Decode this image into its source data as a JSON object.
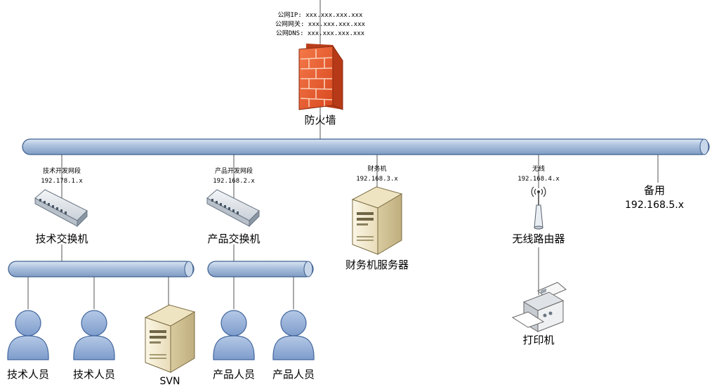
{
  "wan": {
    "ip": "公网IP: xxx.xxx.xxx.xxx",
    "gateway": "公网网关: xxx.xxx.xxx.xxx",
    "dns": "公网DNS: xxx.xxx.xxx.xxx"
  },
  "firewall": {
    "label": "防火墙"
  },
  "segments": {
    "tech": {
      "name": "技术开发网段",
      "subnet": "192.178.1.x",
      "switch": "技术交换机"
    },
    "product": {
      "name": "产品开发网段",
      "subnet": "192.168.2.x",
      "switch": "产品交换机"
    },
    "finance": {
      "name": "财务机",
      "subnet": "192.168.3.x",
      "server": "财务机服务器"
    },
    "wireless": {
      "name": "无线",
      "subnet": "192.168.4.x",
      "router": "无线路由器",
      "printer": "打印机"
    },
    "spare": {
      "name": "备用",
      "subnet": "192.168.5.x"
    }
  },
  "hosts": {
    "tech_user_1": "技术人员",
    "tech_user_2": "技术人员",
    "svn": "SVN",
    "product_user_1": "产品人员",
    "product_user_2": "产品人员"
  }
}
